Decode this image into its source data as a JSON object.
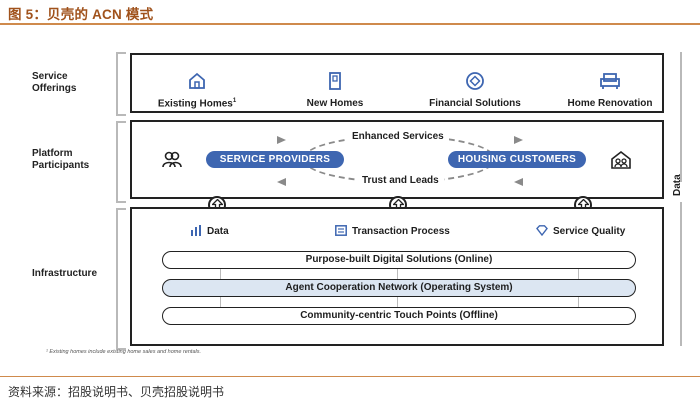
{
  "figure": {
    "title": "图 5：贝壳的 ACN 模式",
    "source": "资料来源：招股说明书、贝壳招股说明书"
  },
  "side_labels": {
    "service": "Service Offerings",
    "platform": "Platform Participants",
    "infra": "Infrastructure"
  },
  "service_offerings": [
    {
      "label": "Existing Homes",
      "sup": "1",
      "icon": "house-icon"
    },
    {
      "label": "New Homes",
      "sup": "",
      "icon": "building-icon"
    },
    {
      "label": "Financial Solutions",
      "sup": "",
      "icon": "coin-icon"
    },
    {
      "label": "Home Renovation",
      "sup": "",
      "icon": "sofa-icon"
    }
  ],
  "platform": {
    "left_pill": "SERVICE PROVIDERS",
    "right_pill": "HOUSING CUSTOMERS",
    "top_flow": "Enhanced Services",
    "bottom_flow": "Trust and Leads",
    "left_icon": "people-icon",
    "right_icon": "home-people-icon"
  },
  "infrastructure": {
    "items": [
      {
        "label": "Data",
        "icon": "bar-chart-icon"
      },
      {
        "label": "Transaction Process",
        "icon": "document-icon"
      },
      {
        "label": "Service Quality",
        "icon": "diamond-icon"
      }
    ],
    "layers": [
      "Purpose-built Digital Solutions (Online)",
      "Agent Cooperation Network (Operating System)",
      "Community-centric Touch Points (Offline)"
    ]
  },
  "data_rail": "Data",
  "footnote": "¹ Existing homes include existing home sales and home rentals.",
  "colors": {
    "accent_blue": "#3e66b1",
    "title_brown": "#a0521c",
    "infra_blue": "#dce6f2"
  }
}
